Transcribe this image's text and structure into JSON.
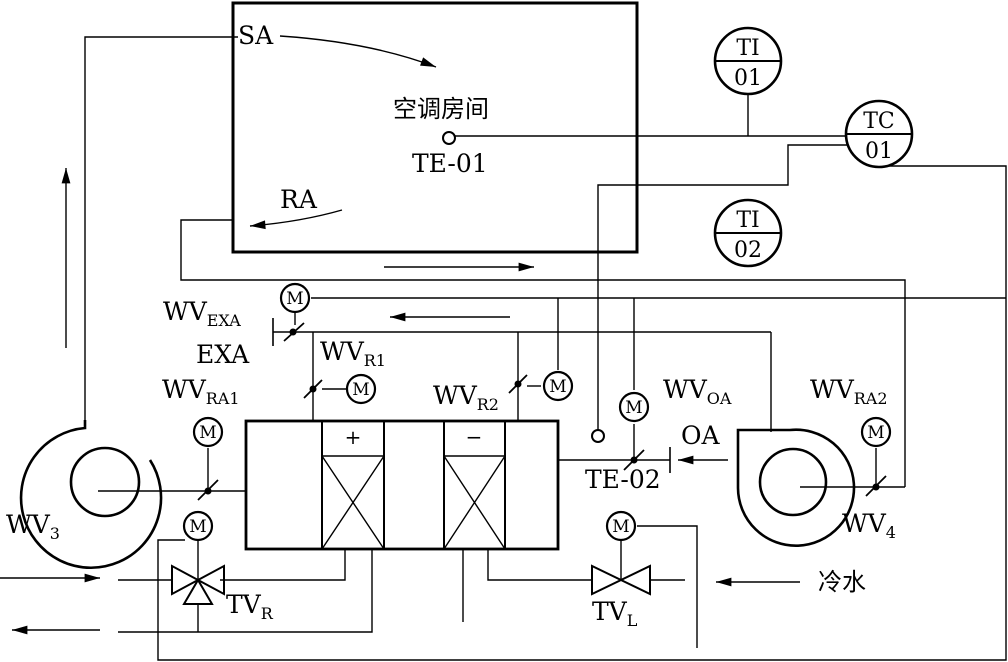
{
  "labels": {
    "sa": "SA",
    "ra": "RA",
    "room": "空调房间",
    "te01": "TE-01",
    "te02": "TE-02",
    "exa": "EXA",
    "oa": "OA",
    "cold_water": "冷水",
    "plus": "+",
    "minus": "−",
    "m": "M"
  },
  "valves": {
    "wv_exa": {
      "base": "WV",
      "sub": "EXA"
    },
    "wv_r1": {
      "base": "WV",
      "sub": "R1"
    },
    "wv_r2": {
      "base": "WV",
      "sub": "R2"
    },
    "wv_ra1": {
      "base": "WV",
      "sub": "RA1"
    },
    "wv_oa": {
      "base": "WV",
      "sub": "OA"
    },
    "wv_ra2": {
      "base": "WV",
      "sub": "RA2"
    },
    "wv3": {
      "base": "WV",
      "sub": "3"
    },
    "wv4": {
      "base": "WV",
      "sub": "4"
    },
    "tv_r": {
      "base": "TV",
      "sub": "R"
    },
    "tv_l": {
      "base": "TV",
      "sub": "L"
    }
  },
  "instruments": {
    "ti01": {
      "tag": "TI",
      "num": "01"
    },
    "tc01": {
      "tag": "TC",
      "num": "01"
    },
    "ti02": {
      "tag": "TI",
      "num": "02"
    }
  }
}
